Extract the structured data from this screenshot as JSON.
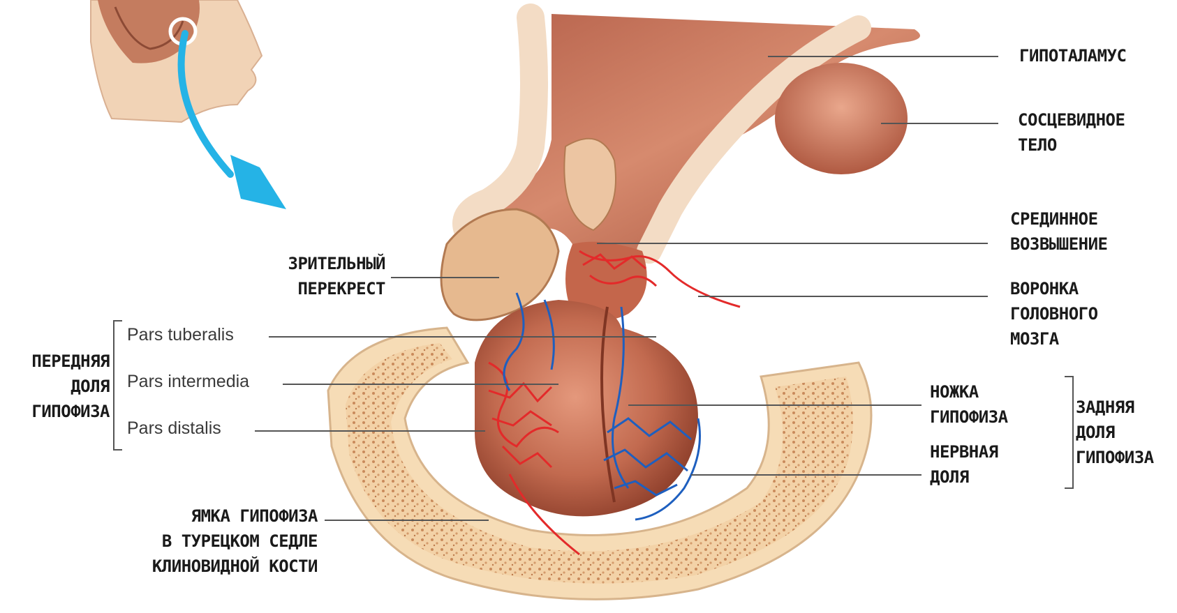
{
  "labels": {
    "hypothalamus": "ГИПОТАЛАМУС",
    "mammillary_1": "СОСЦЕВИДНОЕ",
    "mammillary_2": "ТЕЛО",
    "median_1": "СРЕДИННОЕ",
    "median_2": "ВОЗВЫШЕНИЕ",
    "infundibulum_1": "ВОРОНКА",
    "infundibulum_2": "ГОЛОВНОГО",
    "infundibulum_3": "МОЗГА",
    "stalk_1": "НОЖКА",
    "stalk_2": "ГИПОФИЗА",
    "neural_1": "НЕРВНАЯ",
    "neural_2": "ДОЛЯ",
    "posterior_1": "ЗАДНЯЯ",
    "posterior_2": "ДОЛЯ",
    "posterior_3": "ГИПОФИЗА",
    "chiasm_1": "ЗРИТЕЛЬНЫЙ",
    "chiasm_2": "ПЕРЕКРЕСТ",
    "anterior_1": "ПЕРЕДНЯЯ",
    "anterior_2": "ДОЛЯ",
    "anterior_3": "ГИПОФИЗА",
    "pars_tuberalis": "Pars tuberalis",
    "pars_intermedia": "Pars intermedia",
    "pars_distalis": "Pars distalis",
    "fossa_1": "ЯМКА ГИПОФИЗА",
    "fossa_2": "В ТУРЕЦКОМ СЕДЛЕ",
    "fossa_3": "КЛИНОВИДНОЙ КОСТИ"
  },
  "colors": {
    "tissue": "#c8745a",
    "tissue_dark": "#a4523b",
    "tissue_light": "#f3dcc5",
    "bone": "#f6dcb6",
    "bone_dot": "#c98a5b",
    "artery": "#e32a2a",
    "vein": "#1e5fbf",
    "arrow": "#25b3e6",
    "skin": "#f1d3b6",
    "leader": "#555555"
  },
  "icons": [
    "head-profile-icon",
    "pointer-arrow-icon"
  ]
}
